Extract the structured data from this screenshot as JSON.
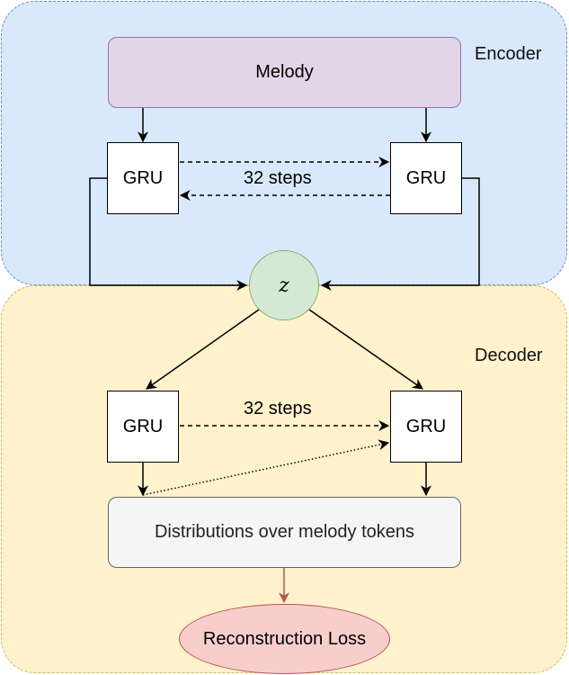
{
  "encoder": {
    "label": "Encoder",
    "input_label": "Melody",
    "gru_left": "GRU",
    "gru_right": "GRU",
    "steps_label": "32 steps"
  },
  "latent": {
    "label": "z"
  },
  "decoder": {
    "label": "Decoder",
    "gru_left": "GRU",
    "gru_right": "GRU",
    "steps_label": "32 steps",
    "output_label": "Distributions over melody tokens"
  },
  "loss": {
    "label": "Reconstruction Loss"
  },
  "colors": {
    "encoder_fill": "#dae8fc",
    "decoder_fill": "#fff2cc",
    "melody_fill": "#e1d5e7",
    "latent_fill": "#d5e8d4",
    "output_fill": "#f5f5f5",
    "loss_fill": "#f8cecc",
    "loss_arrow": "#b85450"
  }
}
